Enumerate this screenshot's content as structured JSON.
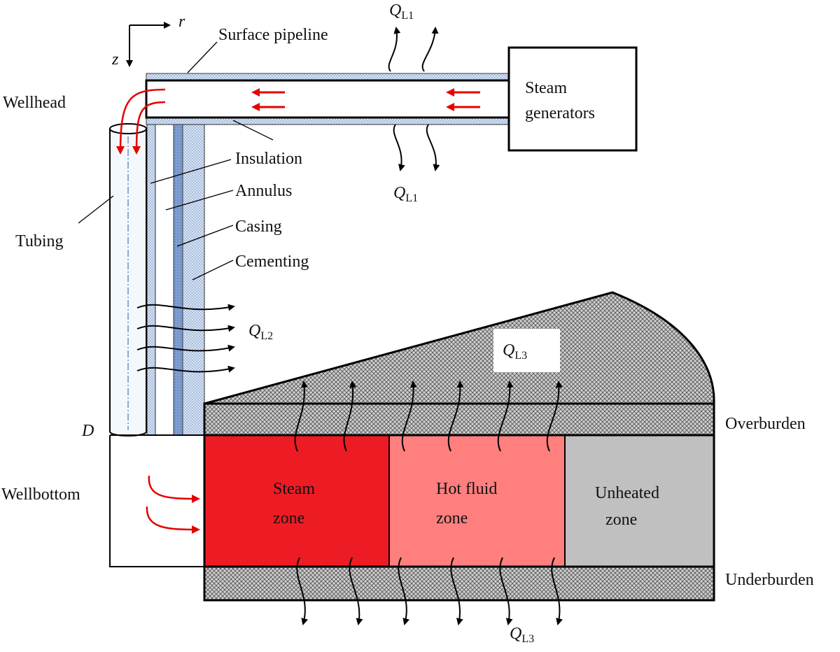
{
  "axes": {
    "r": "r",
    "z": "z"
  },
  "labels": {
    "surface_pipeline": "Surface pipeline",
    "steam_generators_1": "Steam",
    "steam_generators_2": "generators",
    "wellhead": "Wellhead",
    "insulation": "Insulation",
    "annulus": "Annulus",
    "tubing": "Tubing",
    "casing": "Casing",
    "cementing": "Cementing",
    "depth_d": "D",
    "wellbottom": "Wellbottom",
    "overburden": "Overburden",
    "underburden": "Underburden",
    "steam_zone_1": "Steam",
    "steam_zone_2": "zone",
    "hot_fluid_zone_1": "Hot fluid",
    "hot_fluid_zone_2": "zone",
    "unheated_zone_1": "Unheated",
    "unheated_zone_2": "zone"
  },
  "heat_losses": {
    "q": "Q",
    "ql1_sub": "L1",
    "ql2_sub": "L2",
    "ql3_sub": "L3"
  },
  "colors": {
    "steam_zone": "#ed1c24",
    "hot_fluid_zone": "#ff7f7f",
    "unheated_zone": "#c0c0c0",
    "casing": "#7f9fd4",
    "insulation": "#cfe0f3",
    "flow_arrow": "#e60000"
  }
}
